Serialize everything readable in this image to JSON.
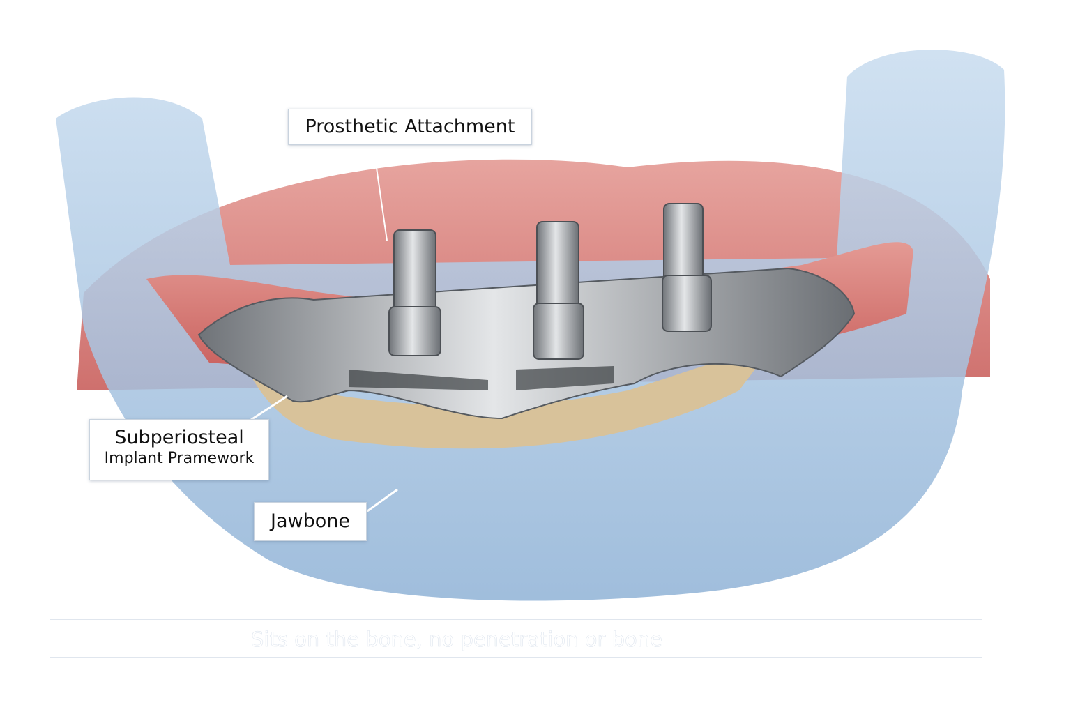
{
  "labels": {
    "prosthetic_attachment": "Prosthetic Attachment",
    "framework_line1": "Subperiosteal",
    "framework_line2": "Implant Pramework",
    "jawbone": "Jawbone"
  },
  "caption": "Sits on the bone, no penetration or bone",
  "colors": {
    "bone": "#a9c6e2",
    "gum": "#d9807c",
    "metal": "#a8abb0",
    "trabecular": "#d8c29a"
  }
}
